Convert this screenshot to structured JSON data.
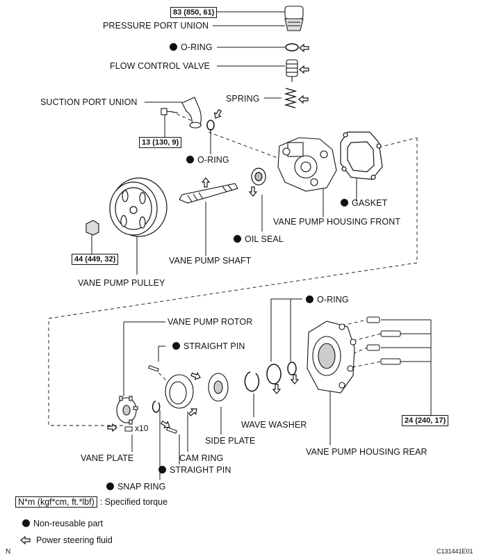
{
  "labels": {
    "pressure_port_union": "PRESSURE PORT UNION",
    "o_ring_top": "O-RING",
    "flow_control_valve": "FLOW CONTROL VALVE",
    "spring": "SPRING",
    "suction_port_union": "SUCTION PORT UNION",
    "o_ring_suction": "O-RING",
    "gasket": "GASKET",
    "vane_pump_housing_front": "VANE PUMP HOUSING FRONT",
    "oil_seal": "OIL SEAL",
    "vane_pump_shaft": "VANE PUMP SHAFT",
    "vane_pump_pulley": "VANE PUMP PULLEY",
    "o_ring_rear": "O-RING",
    "vane_pump_rotor": "VANE PUMP ROTOR",
    "straight_pin_upper": "STRAIGHT PIN",
    "wave_washer": "WAVE WASHER",
    "side_plate": "SIDE PLATE",
    "vane_plate": "VANE PLATE",
    "cam_ring": "CAM RING",
    "straight_pin_lower": "STRAIGHT PIN",
    "vane_pump_housing_rear": "VANE PUMP HOUSING REAR",
    "snap_ring": "SNAP RING",
    "x10": "x10"
  },
  "torques": {
    "pressure_port": "83 (850, 61)",
    "suction_bolt": "13 (130, 9)",
    "pulley_nut": "44 (449, 32)",
    "rear_bolts": "24 (240, 17)"
  },
  "legend": {
    "torque_unit": "N*m (kgf*cm, ft.*lbf)",
    "torque_desc": ": Specified torque",
    "non_reusable": "Non-reusable part",
    "fluid": "Power steering fluid"
  },
  "corner": {
    "left": "N",
    "right": "C131441E01"
  },
  "icons": [
    "non-reusable-dot-icon",
    "fluid-arrow-icon"
  ]
}
